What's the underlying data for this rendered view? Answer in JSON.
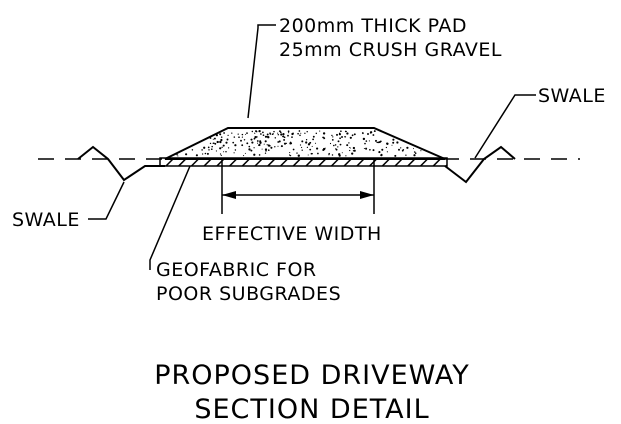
{
  "labels": {
    "pad_line1": "200mm THICK PAD",
    "pad_line2": "25mm CRUSH GRAVEL",
    "swale_right": "SWALE",
    "swale_left": "SWALE",
    "effective_width": "EFFECTIVE WIDTH",
    "geofabric_line1": "GEOFABRIC FOR",
    "geofabric_line2": "POOR SUBGRADES"
  },
  "title": {
    "line1": "PROPOSED DRIVEWAY",
    "line2": "SECTION DETAIL"
  },
  "colors": {
    "line": "#000000",
    "background": "#ffffff"
  }
}
